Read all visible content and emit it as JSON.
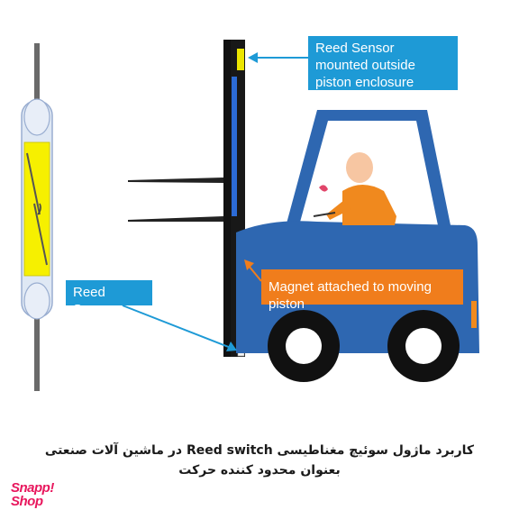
{
  "diagram": {
    "callouts": {
      "top": "Reed Sensor mounted outside piston enclosure",
      "magnet": "Magnet attached to moving piston",
      "reed": "Reed Sensor"
    },
    "colors": {
      "truck_blue": "#2e67b1",
      "callout_blue": "#1e9ad6",
      "callout_orange": "#f07d1c",
      "sensor_yellow": "#f6f000",
      "driver_orange": "#f0891e",
      "driver_skin": "#f7c6a2"
    }
  },
  "caption": {
    "line1": "کاربرد ماژول سوئیچ مغناطیسی Reed switch در ماشین آلات صنعتی",
    "line2": "بعنوان محدود کننده حرکت"
  },
  "logo": {
    "line1": "Snapp!",
    "line2": "Shop"
  }
}
